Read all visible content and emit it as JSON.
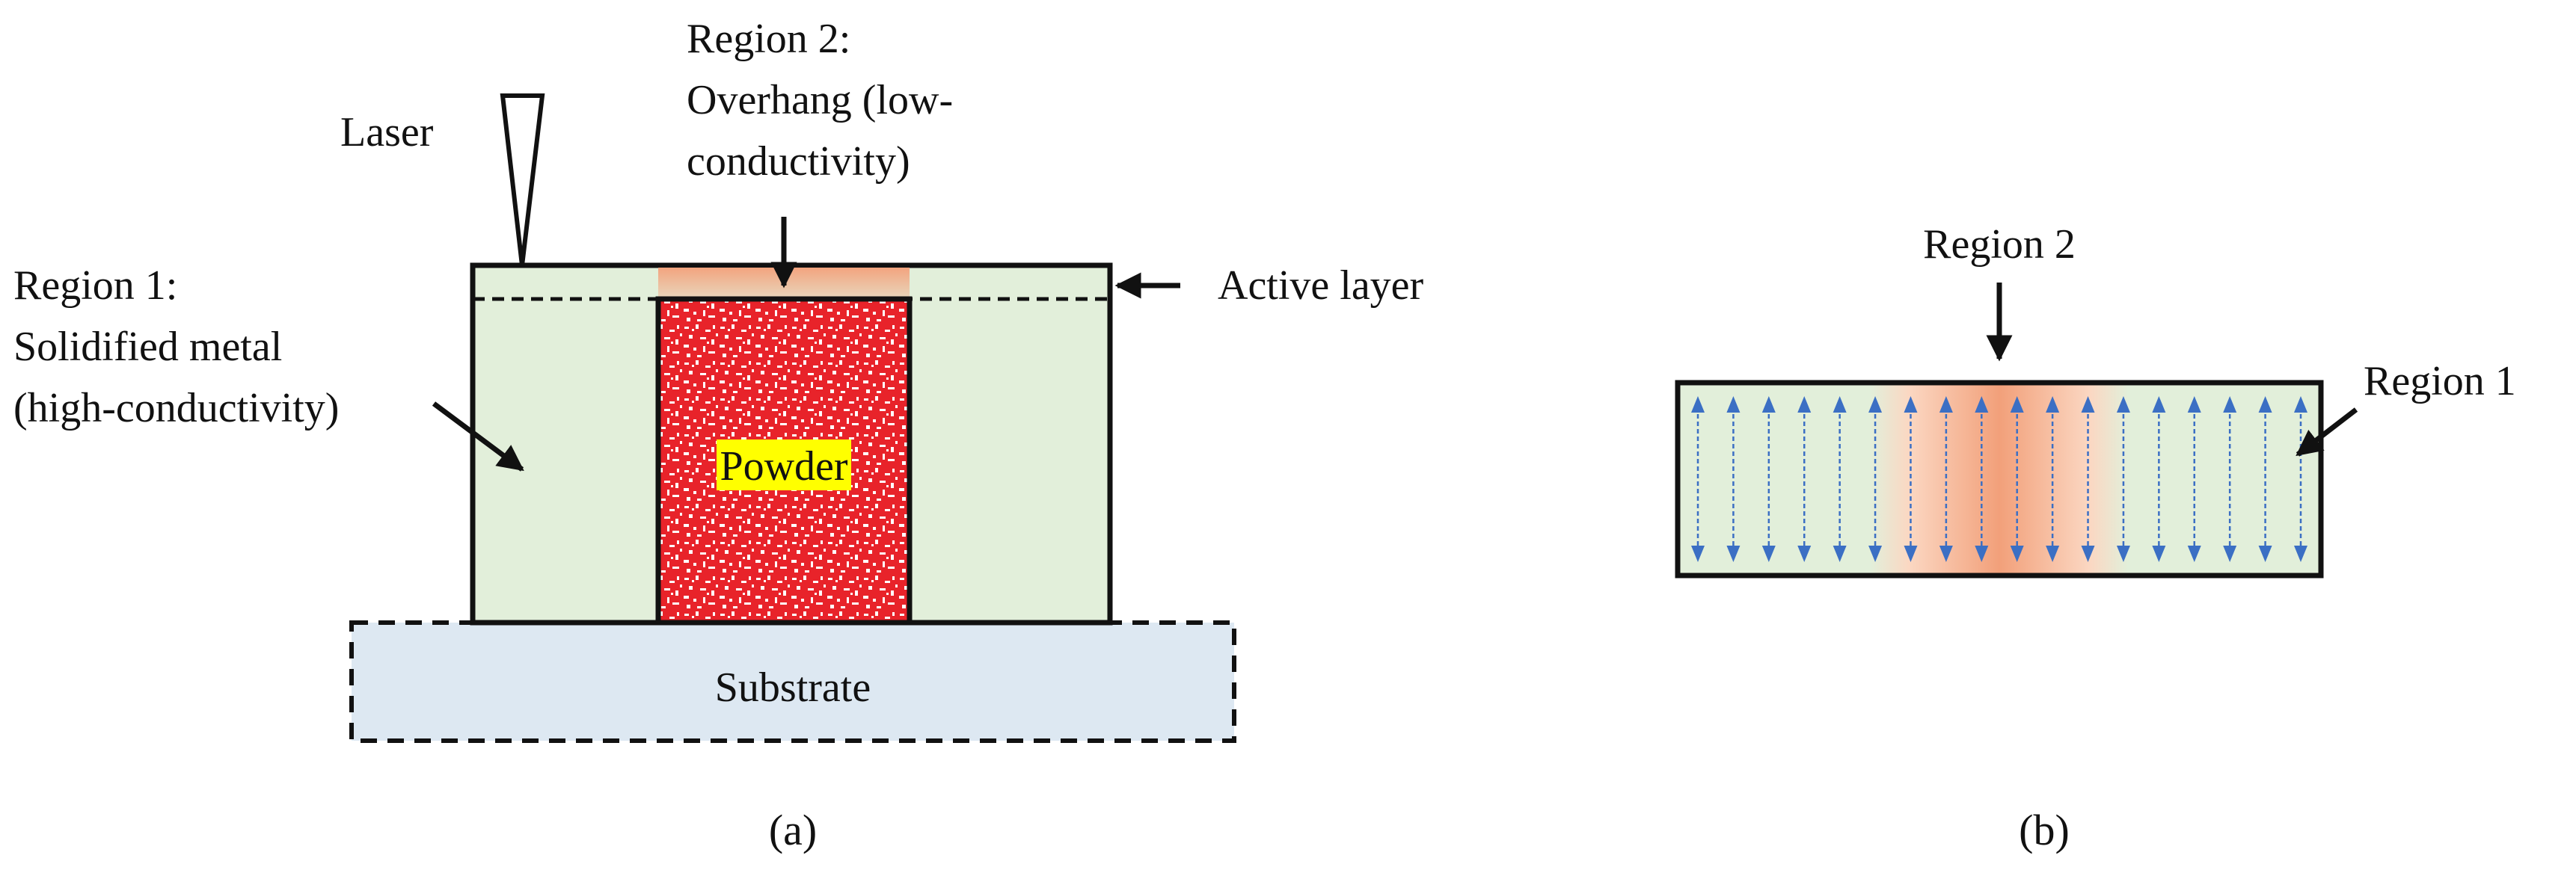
{
  "panel_a": {
    "caption": "(a)",
    "laser_label": "Laser",
    "region2_label": [
      "Region 2:",
      "Overhang (low-",
      "conductivity)"
    ],
    "region1_label": [
      "Region 1:",
      "Solidified metal",
      "(high-conductivity)"
    ],
    "active_layer_label": "Active layer",
    "powder_label": "Powder",
    "substrate_label": "Substrate"
  },
  "panel_b": {
    "caption": "(b)",
    "region2_label": "Region 2",
    "region1_label": "Region 1",
    "scan_lines": 18
  },
  "colors": {
    "solid_metal": "#e2efda",
    "substrate": "#dde8f2",
    "powder": "#e8232a",
    "powder_label_bg": "#ffff00",
    "overhang_heat": "#f4a07a",
    "scan_arrow": "#3b6fc4",
    "outline": "#111111"
  }
}
